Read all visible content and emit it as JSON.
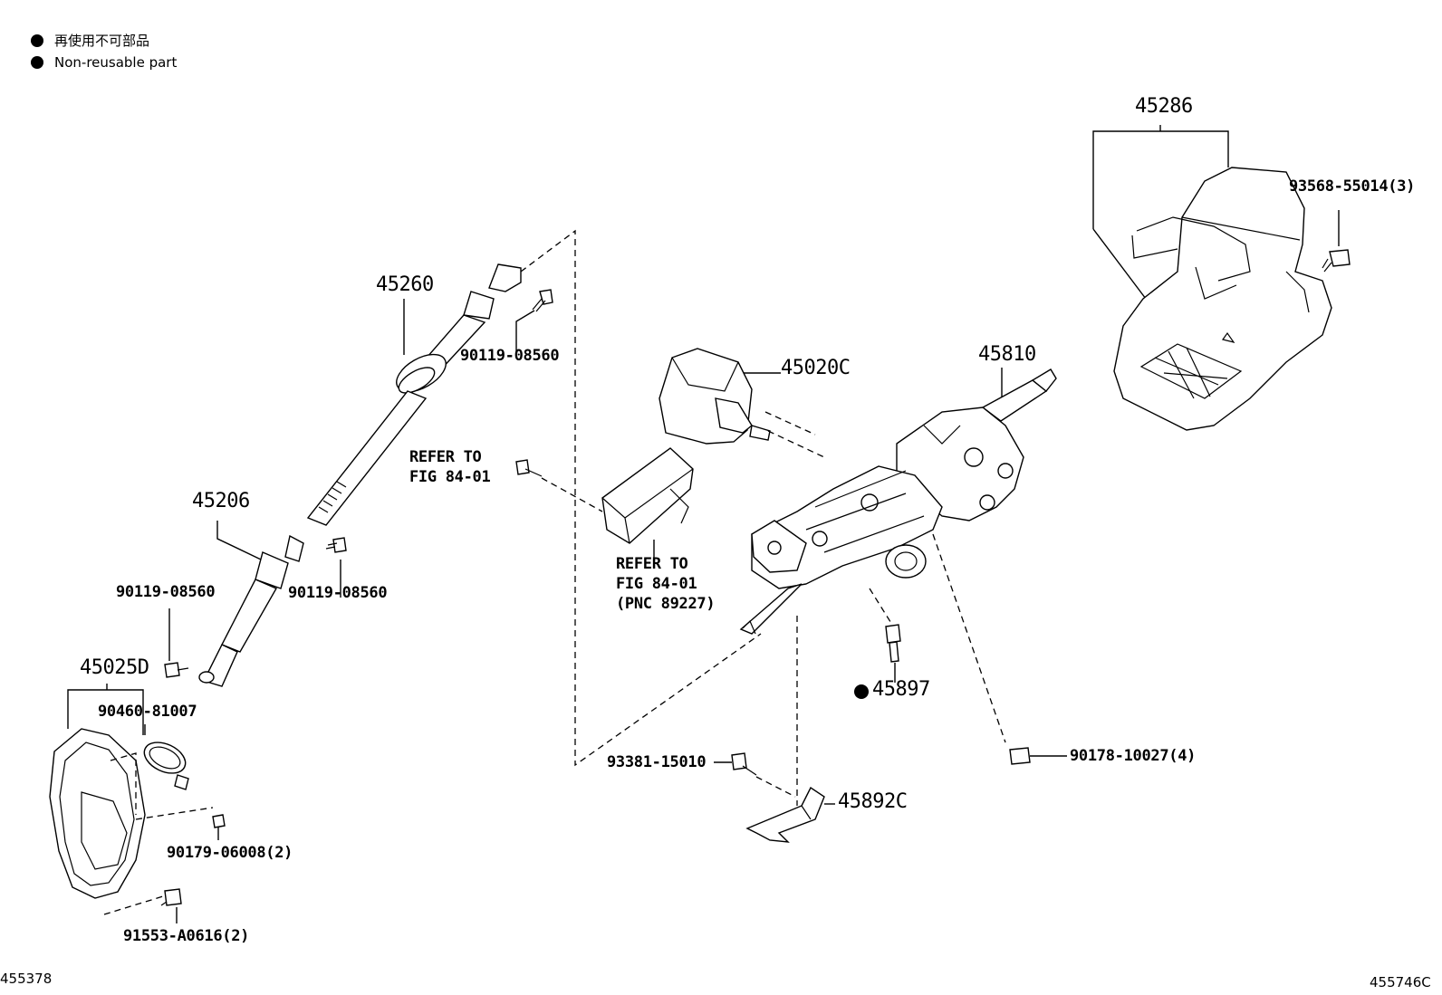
{
  "legend": {
    "line1": "再使用不可部品",
    "line2": "Non-reusable part"
  },
  "labels": {
    "p45286": "45286",
    "p93568": "93568-55014(3)",
    "p45260": "45260",
    "p90119_top": "90119-08560",
    "p45020c": "45020C",
    "p45810": "45810",
    "refer1_l1": "REFER TO",
    "refer1_l2": "FIG 84-01",
    "p45206": "45206",
    "refer2_l1": "REFER TO",
    "refer2_l2": "FIG 84-01",
    "refer2_l3": "(PNC 89227)",
    "p90119_left": "90119-08560",
    "p90119_mid": "90119-08560",
    "p45025d": "45025D",
    "p90460": "90460-81007",
    "p45897": "45897",
    "p93381": "93381-15010",
    "p90178": "90178-10027(4)",
    "p45892c": "45892C",
    "p90179": "90179-06008(2)",
    "p91553": "91553-A0616(2)"
  },
  "footer": {
    "left_id": "455378",
    "right_id": "455746C"
  }
}
